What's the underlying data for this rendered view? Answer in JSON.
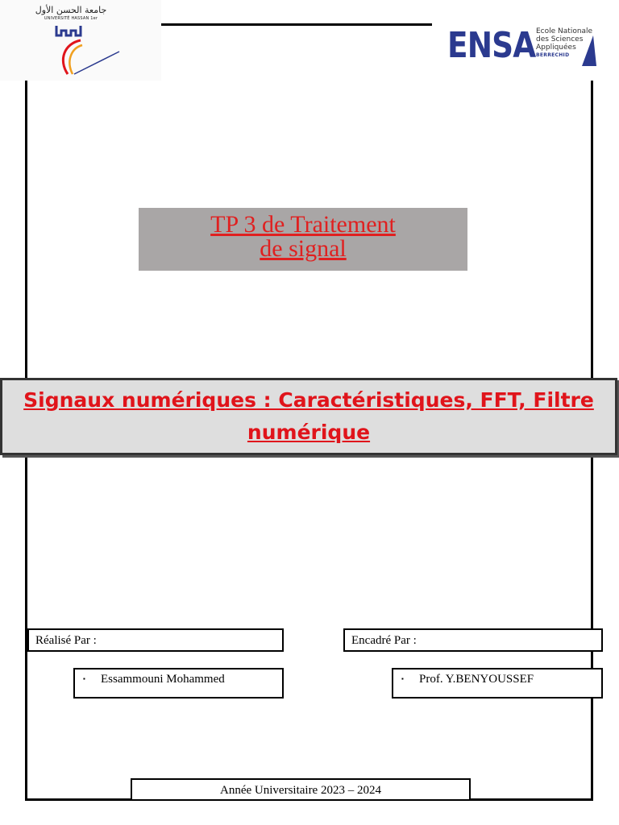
{
  "header": {
    "university_arabic": "جامعة الحسن الأول",
    "university_latin": "UNIVERSITÉ HASSAN 1er",
    "school_acronym": "ENSA",
    "school_name_lines": [
      "Ecole Nationale",
      "des Sciences",
      "Appliquées"
    ],
    "school_city": "BERRECHID"
  },
  "title": {
    "line1": "TP 3 de Traitement",
    "line2": " de signal"
  },
  "subject": {
    "line1": "Signaux numériques : Caractéristiques, FFT, Filtre",
    "line2": "numérique"
  },
  "realise_par": {
    "label": "Réalisé Par :",
    "bullet": "▪",
    "name": "Essammouni Mohammed"
  },
  "encadre_par": {
    "label": "Encadré Par :",
    "bullet": "▪",
    "name": "Prof. Y.BENYOUSSEF"
  },
  "footer": {
    "year": "Année Universitaire 2023 – 2024"
  },
  "colors": {
    "title_red": "#e02020",
    "title_box_gray": "#a9a6a6",
    "subject_band_gray": "#dedede",
    "ensa_blue": "#2b3a8f"
  }
}
